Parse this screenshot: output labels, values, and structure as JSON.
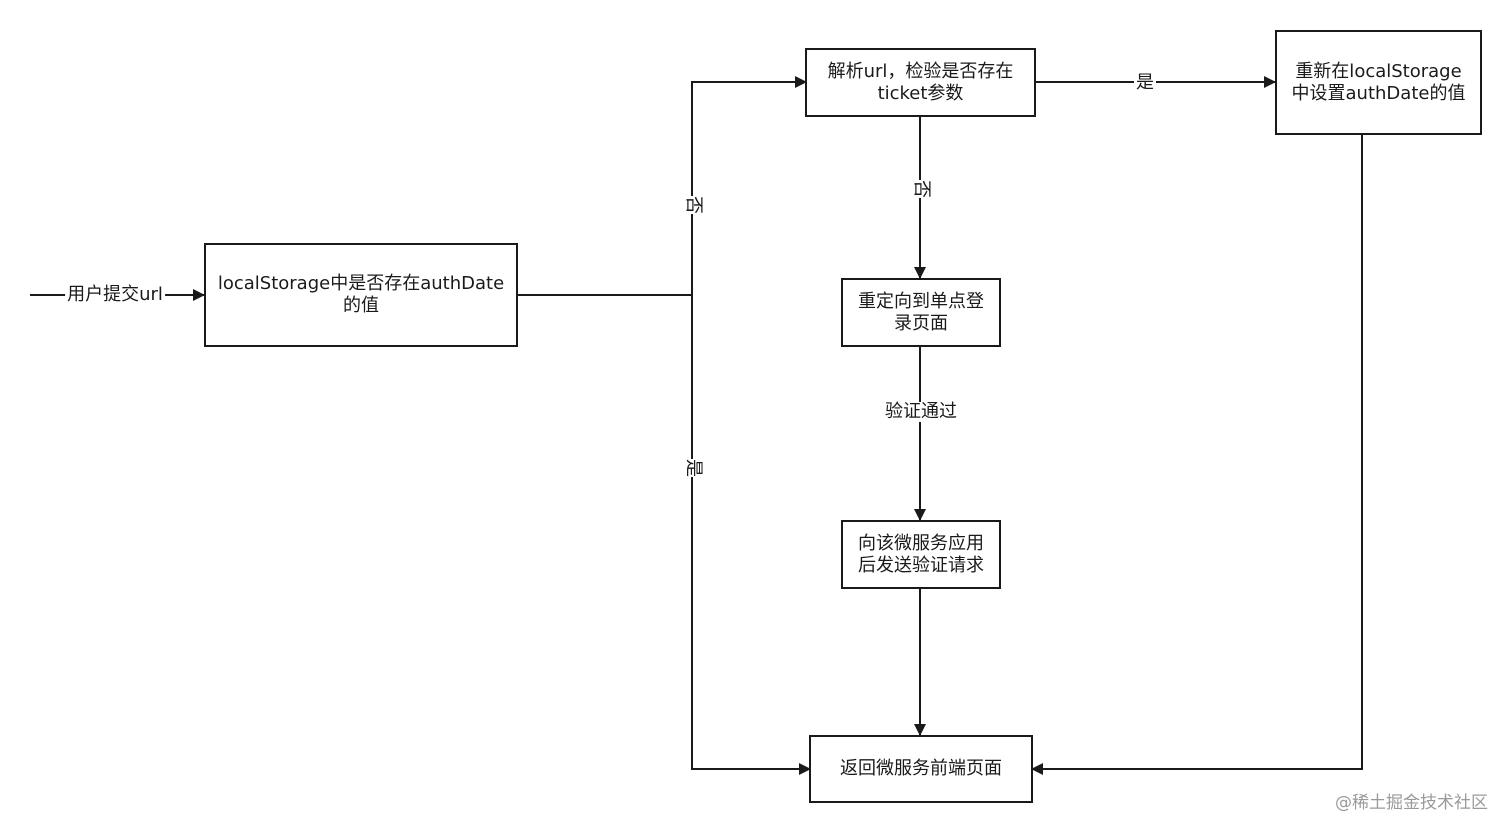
{
  "nodes": {
    "check_local": "localStorage中是否存在authDate\n的值",
    "parse_url": "解析url，检验是否存在\nticket参数",
    "reset_storage": "重新在localStorage\n中设置authDate的值",
    "redirect_sso": "重定向到单点登\n录页面",
    "send_verify": "向该微服务应用\n后发送验证请求",
    "return_page": "返回微服务前端页面"
  },
  "edge_labels": {
    "start": "用户提交url",
    "branch_no": "否",
    "branch_yes": "是",
    "ticket_yes": "是",
    "ticket_no": "否",
    "verify_pass": "验证通过"
  },
  "watermark": "@稀土掘金技术社区",
  "colors": {
    "stroke": "#1a1a1a",
    "background": "#ffffff",
    "watermark": "#9a9a9a"
  }
}
